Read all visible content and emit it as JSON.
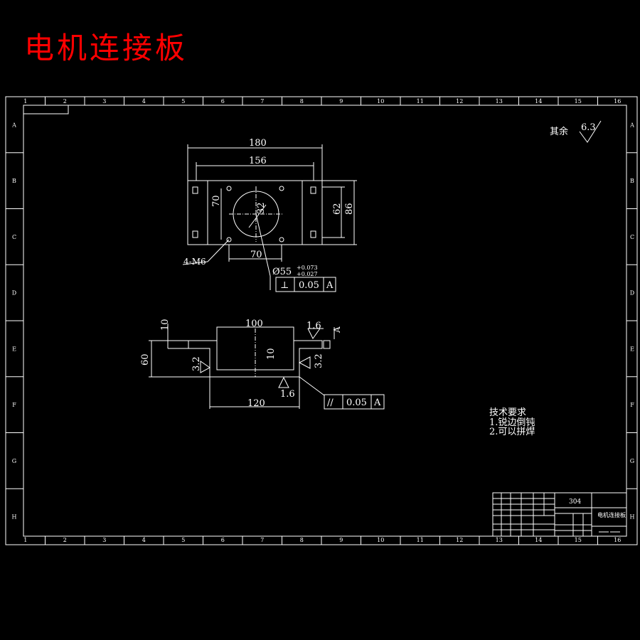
{
  "title": "电机连接板",
  "frame": {
    "col_labels": [
      "1",
      "2",
      "3",
      "4",
      "5",
      "6",
      "7",
      "8",
      "9",
      "10",
      "11",
      "12",
      "13",
      "14",
      "15",
      "16"
    ],
    "row_labels": [
      "A",
      "B",
      "C",
      "D",
      "E",
      "F",
      "G",
      "H"
    ]
  },
  "top_view": {
    "dim_overall_width": "180",
    "dim_hole_spacing": "156",
    "dim_left_70": "70",
    "dim_bottom_70": "70",
    "dim_62": "62",
    "dim_86": "86",
    "dim_center_hole": "32",
    "thread_callout": "4-M6",
    "bore_dia": "Ø55",
    "bore_tol_upper": "+0.073",
    "bore_tol_lower": "+0.027",
    "perp_tol_symbol": "⊥",
    "perp_tol_value": "0.05",
    "perp_tol_datum": "A"
  },
  "section_view": {
    "dim_10_left": "10",
    "dim_100": "100",
    "dim_roughness_top": "1.6",
    "dim_60": "60",
    "dim_3_2_left": "3.2",
    "dim_3_2_right": "3.2",
    "dim_10_inner": "10",
    "dim_roughness_bottom": "1.6",
    "dim_120": "120",
    "datum_label": "A",
    "para_tol_symbol": "//",
    "para_tol_value": "0.05",
    "para_tol_datum": "A"
  },
  "surface_finish": {
    "label": "其余",
    "value": "6.3"
  },
  "tech_requirements": {
    "heading": "技术要求",
    "item1": "1.锐边倒钝",
    "item2": "2.可以拼焊"
  },
  "title_block": {
    "material": "304",
    "part_name": "电机连接板"
  }
}
